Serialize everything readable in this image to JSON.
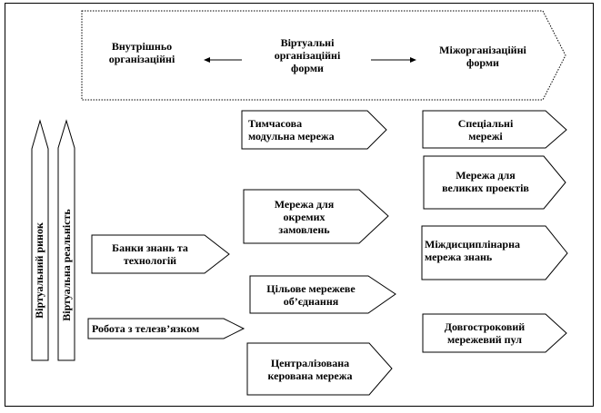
{
  "header": {
    "left": "Внутрішньо\nорганізаційні",
    "center": "Віртуальні\nорганізаційні\nформи",
    "right": "Міжорганізаційні\nформи"
  },
  "vertical": {
    "market": "Віртуальний ринок",
    "reality": "Віртуальна реальність"
  },
  "left_blocks": {
    "banks": "Банки знань та\nтехнологій",
    "robota": "Робота з телезв’язком"
  },
  "middle_blocks": {
    "temporary": "Тимчасова\nмодульна мережа",
    "orders": "Мережа для\nокремих\nзамовлень",
    "target": "Цільове мережеве\nоб’єднання",
    "centralized": "Централізована\nкерована мережа"
  },
  "right_blocks": {
    "special": "Спеціальні\nмережі",
    "projects": "Мережа для\nвеликих проектів",
    "interdisciplinary": "Міждисциплінарна\nмережа знань",
    "pool": "Довгостроковий\nмережевий пул"
  }
}
